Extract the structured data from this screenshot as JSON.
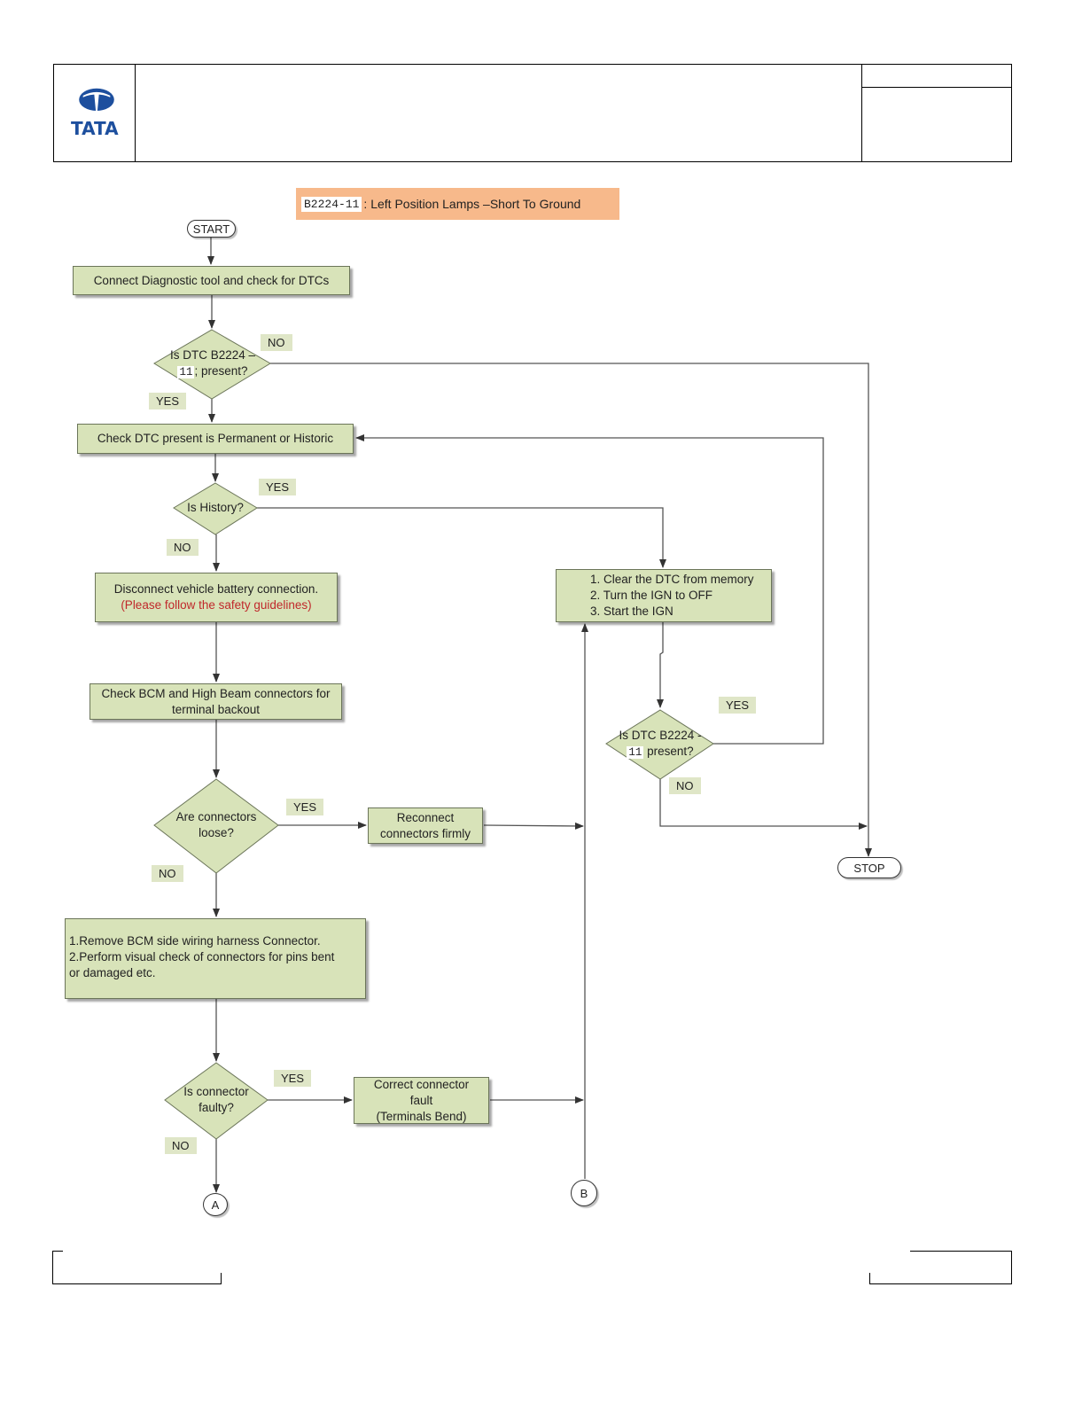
{
  "header": {
    "logo_text": "TATA",
    "brand_color": "#1d4f9e"
  },
  "title": {
    "code": "B2224",
    "suffix": "-11",
    "text": ": Left Position Lamps  –Short To Ground",
    "background": "#f7b98b"
  },
  "flowchart": {
    "start": "START",
    "stop": "STOP",
    "step_connect": "Connect Diagnostic tool and check for DTCs",
    "decision_dtc_present_1": {
      "line1": "Is DTC B2224 –",
      "code": "11",
      "line2": "; present?"
    },
    "step_check_perm": "Check DTC present is Permanent or Historic",
    "decision_history": "Is History?",
    "step_disconnect": {
      "line1": "Disconnect vehicle battery connection.",
      "line2": "(Please follow the safety guidelines)"
    },
    "step_check_bcm": {
      "line1": "Check  BCM and High Beam connectors for",
      "line2": "terminal backout"
    },
    "decision_loose": {
      "line1": "Are connectors",
      "line2": "loose?"
    },
    "step_reconnect": {
      "line1": "Reconnect",
      "line2": "connectors firmly"
    },
    "step_remove": {
      "line1": "1.Remove BCM side wiring harness Connector.",
      "line2": "2.Perform visual check of connectors for pins bent",
      "line3": "or damaged etc."
    },
    "decision_faulty": {
      "line1": "Is connector",
      "line2": "faulty?"
    },
    "step_correct": {
      "line1": "Correct connector",
      "line2": "fault",
      "line3": "(Terminals Bend)"
    },
    "step_clear": {
      "line1": "1. Clear the DTC from memory",
      "line2": "2. Turn the IGN to OFF",
      "line3": "3. Start the IGN"
    },
    "decision_dtc_present_2": {
      "line1": "Is DTC B2224 -",
      "code": "11",
      "line2": "present?"
    },
    "connector_a": "A",
    "connector_b": "B",
    "labels": {
      "yes": "YES",
      "no": "NO"
    },
    "colors": {
      "box_fill": "#d8e3b9",
      "diamond_fill": "#d8e3b9",
      "tag_fill": "#dfe6c7",
      "warning": "#c0282b"
    }
  }
}
